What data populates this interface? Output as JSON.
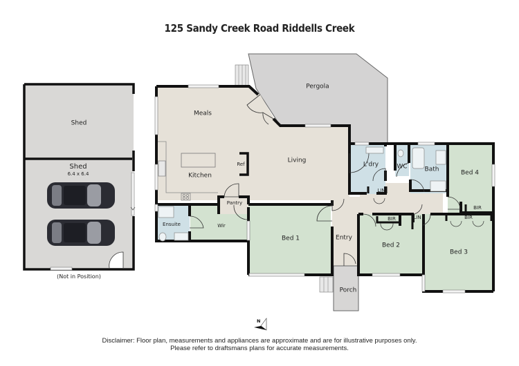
{
  "header": {
    "title": "125 Sandy Creek Road Riddells Creek"
  },
  "colors": {
    "wall": "#111111",
    "shed": "#d9d8d6",
    "living": "#e6e1d8",
    "bedroom": "#d3e2d0",
    "wet": "#cfe0e6",
    "pergola": "#d4d3d3",
    "porch": "#d7d6d5",
    "window": "#f4f4f4"
  },
  "rooms": {
    "shed_top": {
      "label": "Shed"
    },
    "shed_bottom": {
      "label": "Shed",
      "dimensions": "6.4 x 6.4"
    },
    "pergola": {
      "label": "Pergola"
    },
    "meals": {
      "label": "Meals"
    },
    "kitchen": {
      "label": "Kitchen"
    },
    "ref": {
      "label": "Ref"
    },
    "living": {
      "label": "Living"
    },
    "pantry": {
      "label": "Pantry"
    },
    "ensuite": {
      "label": "Ensuite"
    },
    "wir": {
      "label": "Wir"
    },
    "bed1": {
      "label": "Bed 1"
    },
    "entry": {
      "label": "Entry"
    },
    "porch": {
      "label": "Porch"
    },
    "laundry": {
      "label": "L'dry"
    },
    "wc": {
      "label": "WC"
    },
    "bath": {
      "label": "Bath"
    },
    "lin1": {
      "label": "LIN"
    },
    "lin2": {
      "label": "LIN"
    },
    "bed2": {
      "label": "Bed 2"
    },
    "bir_bed2": {
      "label": "BIR"
    },
    "bed3": {
      "label": "Bed 3"
    },
    "bir_bed3": {
      "label": "BIR"
    },
    "bed4": {
      "label": "Bed 4"
    },
    "bir_bed4": {
      "label": "BIR"
    }
  },
  "notes": {
    "shed_position": "(Not in Position)",
    "compass": "N",
    "disclaimer_line1": "Disclaimer: Floor plan, measurements and appliances are approximate and are for illustrative purposes only.",
    "disclaimer_line2": "Please refer to draftsmans plans for accurate measurements."
  }
}
